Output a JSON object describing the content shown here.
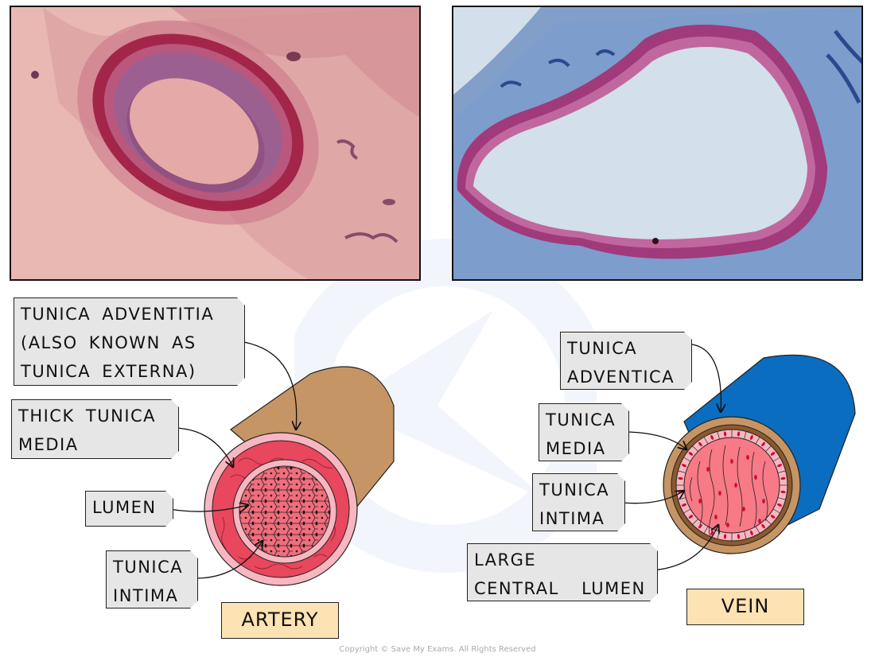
{
  "photos": {
    "artery_micrograph": {
      "description": "Artery cross-section micrograph",
      "stain": "pink/red",
      "colors": {
        "background": "#e9b8b3",
        "lumen": "#e5aaa8",
        "wall_dark": "#a3264a",
        "wall_mid": "#8a4a7a"
      }
    },
    "vein_micrograph": {
      "description": "Vein cross-section micrograph",
      "stain": "blue/purple",
      "colors": {
        "background": "#d3dfea",
        "wall": "#a03a7a",
        "tissue": "#3e6aad"
      }
    }
  },
  "artery": {
    "title": "ARTERY",
    "labels": [
      {
        "id": "tunica-adventitia",
        "text": "TUNICA ADVENTITIA\n(ALSO KNOWN AS\nTUNICA EXTERNA)"
      },
      {
        "id": "thick-tunica-media",
        "text": "THICK TUNICA\nMEDIA"
      },
      {
        "id": "lumen",
        "text": "LUMEN"
      },
      {
        "id": "tunica-intima",
        "text": "TUNICA\nINTIMA"
      }
    ],
    "colors": {
      "outer": "#c69565",
      "media": "#e8475e",
      "ring": "#f8b6c0",
      "lumen": "#f26d7d"
    }
  },
  "vein": {
    "title": "VEIN",
    "labels": [
      {
        "id": "tunica-adventica",
        "text": "TUNICA\nADVENTICA"
      },
      {
        "id": "tunica-media",
        "text": "TUNICA\nMEDIA"
      },
      {
        "id": "tunica-intima",
        "text": "TUNICA\nINTIMA"
      },
      {
        "id": "large-central-lumen",
        "text": "LARGE\nCENTRAL  LUMEN"
      }
    ],
    "colors": {
      "outer": "#0a6dbf",
      "adventitia": "#c69565",
      "media": "#8a5a2e",
      "intima": "#f8b6c0",
      "lumen": "#f77a86"
    }
  },
  "copyright": "Copyright © Save My Exams. All Rights Reserved"
}
